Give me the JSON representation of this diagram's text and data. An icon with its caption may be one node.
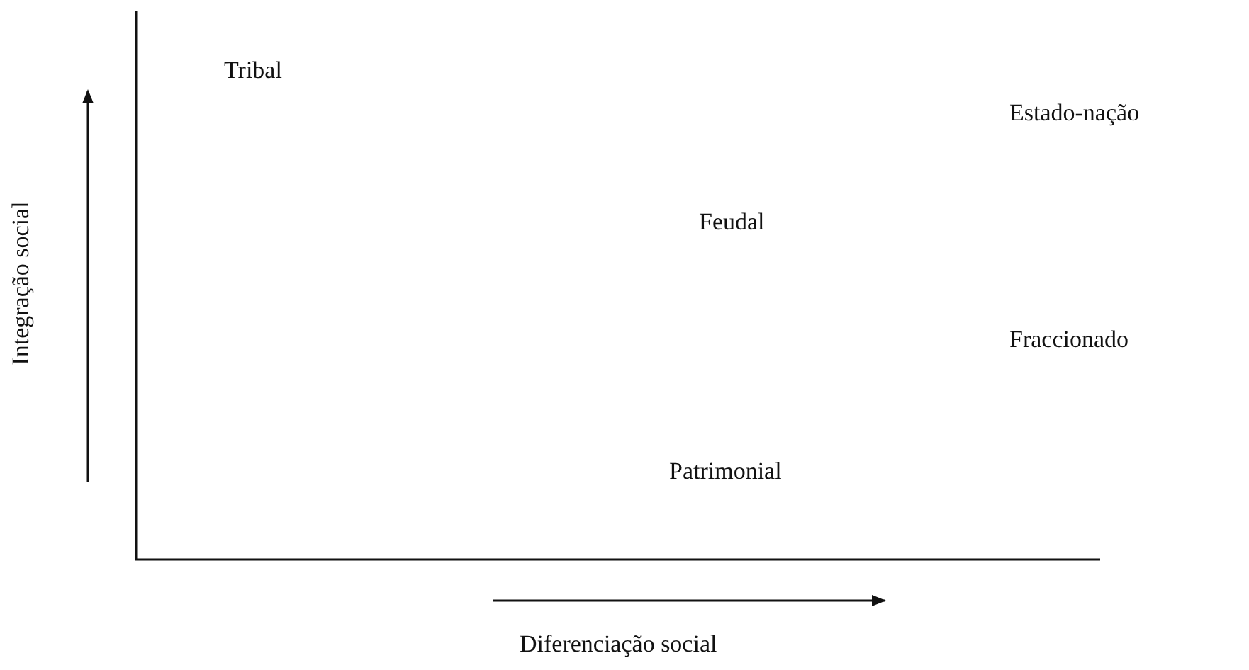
{
  "diagram": {
    "labels": [
      "Tribal",
      "Estado-nação",
      "Feudal",
      "Fraccionado",
      "Patrimonial",
      "Integração social",
      "Diferenciação social"
    ]
  }
}
